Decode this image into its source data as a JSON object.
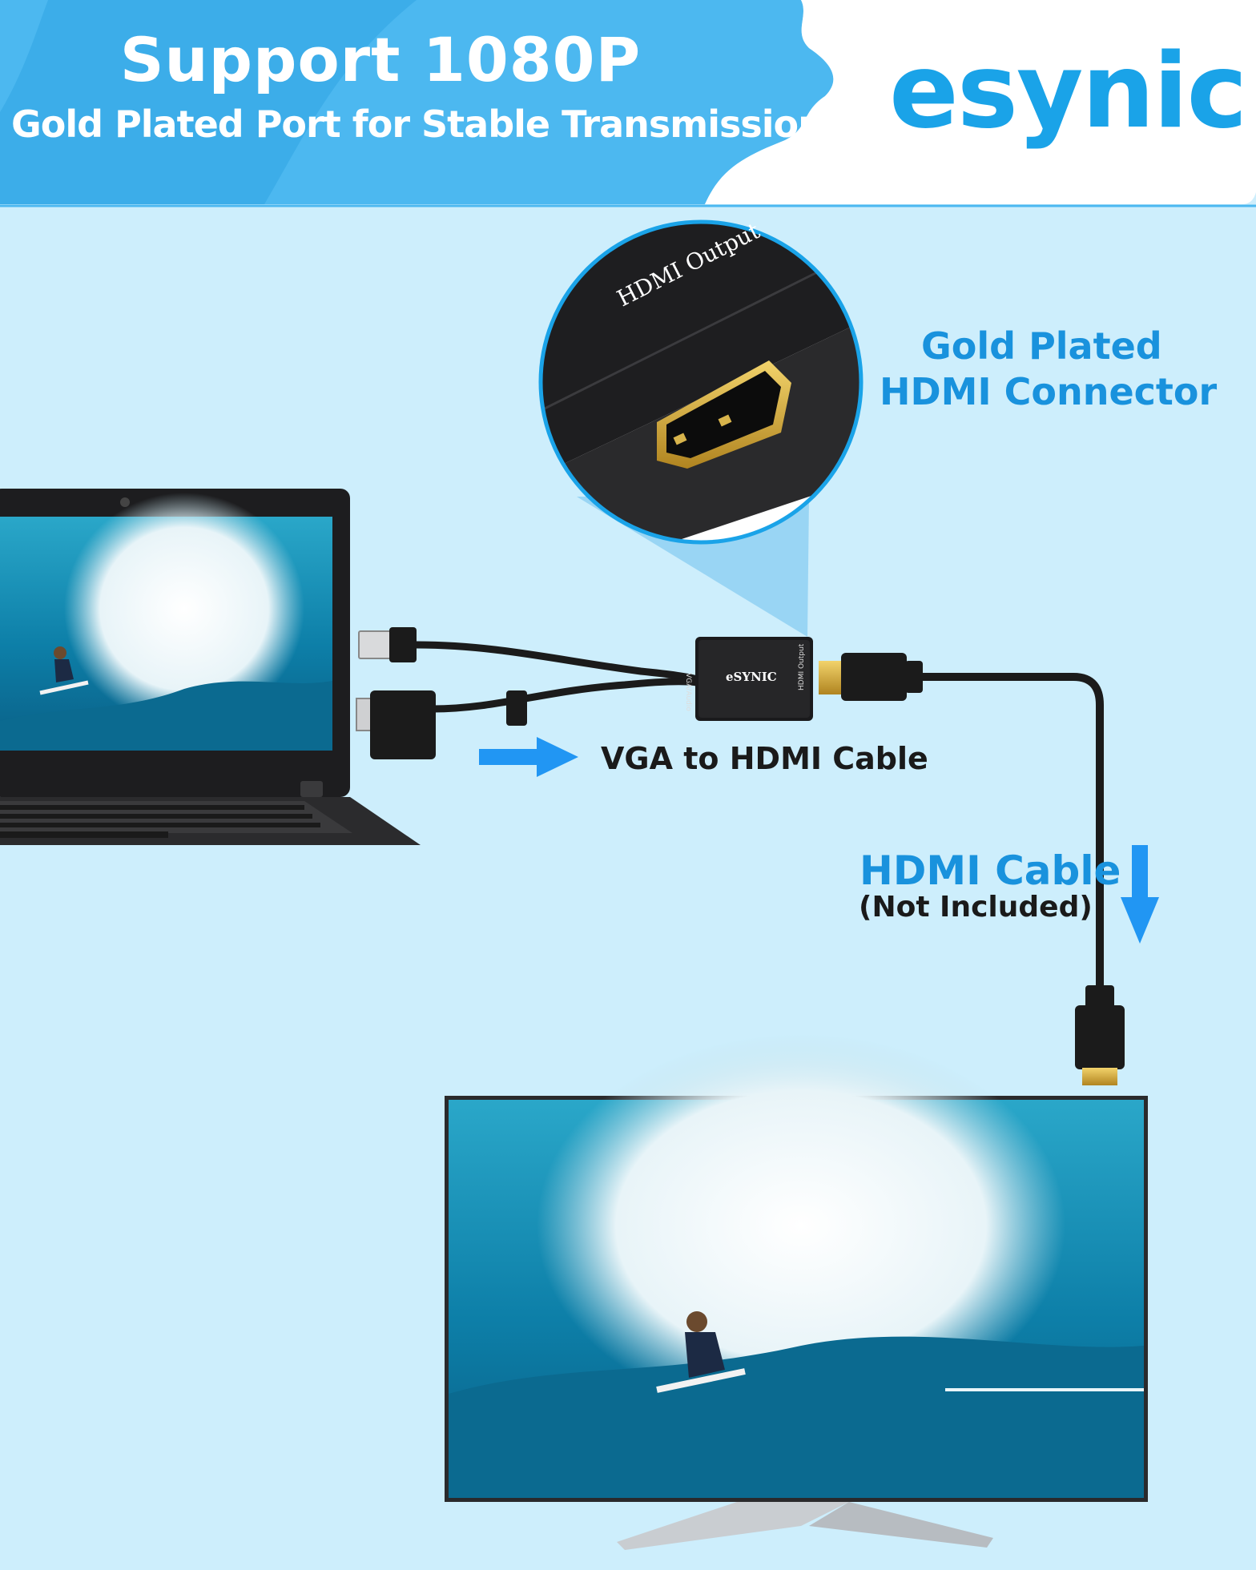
{
  "banner": {
    "title": "Support 1080P",
    "subtitle": "Gold Plated Port for Stable Transmission"
  },
  "brand": {
    "logo_text": "esynic"
  },
  "callout": {
    "line1": "Gold Plated",
    "line2": "HDMI Connector",
    "port_label": "HDMI Output"
  },
  "adapter": {
    "brand_text": "eSYNIC",
    "left_label": "VGA/Audio",
    "right_label": "HDMI Output"
  },
  "labels": {
    "vga_cable": "VGA to HDMI Cable",
    "hdmi_cable": "HDMI Cable",
    "hdmi_cable_note": "(Not Included)"
  },
  "colors": {
    "background": "#cdeefc",
    "banner_blue": "#4cb8f0",
    "accent_blue": "#1992dd",
    "arrow_blue": "#2196f3",
    "gold": "#c9a23a"
  }
}
